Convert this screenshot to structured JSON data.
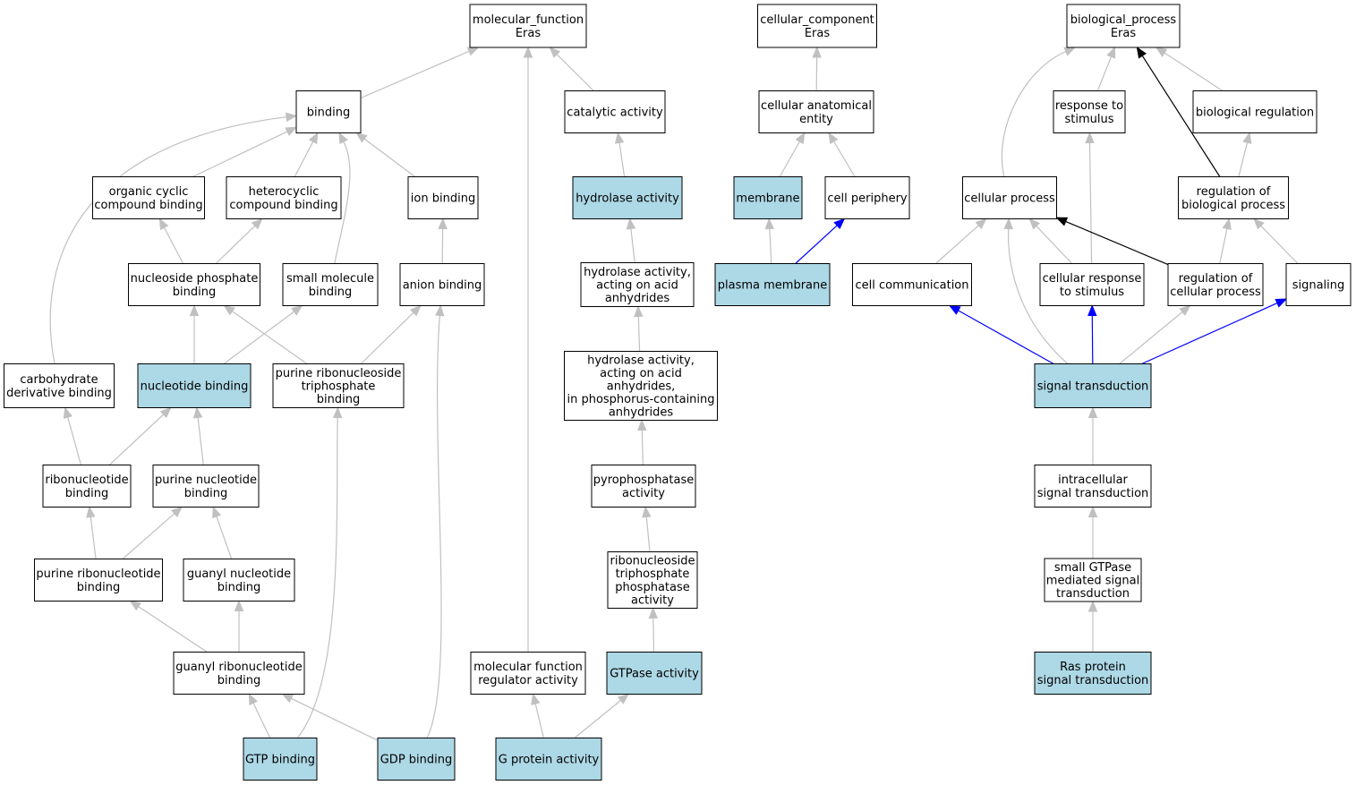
{
  "colors": {
    "highlight_fill": "#add8e6",
    "node_fill": "#ffffff",
    "edge_gray": "#c0c0c0",
    "edge_black": "#000000",
    "edge_blue": "#0000ff"
  },
  "nodes": {
    "mf_root": {
      "lines": [
        "molecular_function",
        "Eras"
      ],
      "hl": false
    },
    "cc_root": {
      "lines": [
        "cellular_component",
        "Eras"
      ],
      "hl": false
    },
    "bp_root": {
      "lines": [
        "biological_process",
        "Eras"
      ],
      "hl": false
    },
    "binding": {
      "lines": [
        "binding"
      ],
      "hl": false
    },
    "catalytic": {
      "lines": [
        "catalytic activity"
      ],
      "hl": false
    },
    "cae": {
      "lines": [
        "cellular anatomical",
        "entity"
      ],
      "hl": false
    },
    "response_stim": {
      "lines": [
        "response to",
        "stimulus"
      ],
      "hl": false
    },
    "bio_reg": {
      "lines": [
        "biological regulation"
      ],
      "hl": false
    },
    "org_cyclic": {
      "lines": [
        "organic cyclic",
        "compound binding"
      ],
      "hl": false
    },
    "heterocyclic": {
      "lines": [
        "heterocyclic",
        "compound binding"
      ],
      "hl": false
    },
    "ion_binding": {
      "lines": [
        "ion binding"
      ],
      "hl": false
    },
    "hydrolase": {
      "lines": [
        "hydrolase activity"
      ],
      "hl": true
    },
    "membrane": {
      "lines": [
        "membrane"
      ],
      "hl": true
    },
    "cell_periphery": {
      "lines": [
        "cell periphery"
      ],
      "hl": false
    },
    "cellular_process": {
      "lines": [
        "cellular process"
      ],
      "hl": false
    },
    "reg_bio_proc": {
      "lines": [
        "regulation of",
        "biological process"
      ],
      "hl": false
    },
    "nuc_phosphate": {
      "lines": [
        "nucleoside phosphate",
        "binding"
      ],
      "hl": false
    },
    "small_mol": {
      "lines": [
        "small molecule",
        "binding"
      ],
      "hl": false
    },
    "anion_binding": {
      "lines": [
        "anion binding"
      ],
      "hl": false
    },
    "hydro_anhyd": {
      "lines": [
        "hydrolase activity,",
        "acting on acid",
        "anhydrides"
      ],
      "hl": false
    },
    "plasma_mem": {
      "lines": [
        "plasma membrane"
      ],
      "hl": true
    },
    "cell_comm": {
      "lines": [
        "cell communication"
      ],
      "hl": false
    },
    "cell_resp_stim": {
      "lines": [
        "cellular response",
        "to stimulus"
      ],
      "hl": false
    },
    "reg_cell_proc": {
      "lines": [
        "regulation of",
        "cellular process"
      ],
      "hl": false
    },
    "signaling": {
      "lines": [
        "signaling"
      ],
      "hl": false
    },
    "carb_deriv": {
      "lines": [
        "carbohydrate",
        "derivative binding"
      ],
      "hl": false
    },
    "nucleotide_binding": {
      "lines": [
        "nucleotide binding"
      ],
      "hl": true
    },
    "purine_rntp": {
      "lines": [
        "purine ribonucleoside",
        "triphosphate",
        "binding"
      ],
      "hl": false
    },
    "hydro_phos": {
      "lines": [
        "hydrolase activity,",
        "acting on acid",
        "anhydrides,",
        "in phosphorus-containing",
        "anhydrides"
      ],
      "hl": false
    },
    "signal_trans": {
      "lines": [
        "signal transduction"
      ],
      "hl": true
    },
    "ribonuc_binding": {
      "lines": [
        "ribonucleotide",
        "binding"
      ],
      "hl": false
    },
    "purine_nuc": {
      "lines": [
        "purine nucleotide",
        "binding"
      ],
      "hl": false
    },
    "pyrophos": {
      "lines": [
        "pyrophosphatase",
        "activity"
      ],
      "hl": false
    },
    "intracell_sig": {
      "lines": [
        "intracellular",
        "signal transduction"
      ],
      "hl": false
    },
    "purine_ribonuc": {
      "lines": [
        "purine ribonucleotide",
        "binding"
      ],
      "hl": false
    },
    "guanyl_nuc": {
      "lines": [
        "guanyl nucleotide",
        "binding"
      ],
      "hl": false
    },
    "rntp_phosphatase": {
      "lines": [
        "ribonucleoside",
        "triphosphate",
        "phosphatase",
        "activity"
      ],
      "hl": false
    },
    "small_gtpase": {
      "lines": [
        "small GTPase",
        "mediated signal",
        "transduction"
      ],
      "hl": false
    },
    "guanyl_ribonuc": {
      "lines": [
        "guanyl ribonucleotide",
        "binding"
      ],
      "hl": false
    },
    "mf_regulator": {
      "lines": [
        "molecular function",
        "regulator activity"
      ],
      "hl": false
    },
    "gtpase": {
      "lines": [
        "GTPase activity"
      ],
      "hl": true
    },
    "ras_sig": {
      "lines": [
        "Ras protein",
        "signal transduction"
      ],
      "hl": true
    },
    "gtp_binding": {
      "lines": [
        "GTP binding"
      ],
      "hl": true
    },
    "gdp_binding": {
      "lines": [
        "GDP binding"
      ],
      "hl": true
    },
    "g_protein": {
      "lines": [
        "G protein activity"
      ],
      "hl": true
    }
  },
  "edges": [
    {
      "from": "binding",
      "to": "mf_root",
      "color": "gray"
    },
    {
      "from": "catalytic",
      "to": "mf_root",
      "color": "gray"
    },
    {
      "from": "mf_regulator",
      "to": "mf_root",
      "color": "gray"
    },
    {
      "from": "org_cyclic",
      "to": "binding",
      "color": "gray"
    },
    {
      "from": "heterocyclic",
      "to": "binding",
      "color": "gray"
    },
    {
      "from": "ion_binding",
      "to": "binding",
      "color": "gray"
    },
    {
      "from": "small_mol",
      "to": "binding",
      "color": "gray"
    },
    {
      "from": "carb_deriv",
      "to": "binding",
      "color": "gray"
    },
    {
      "from": "nuc_phosphate",
      "to": "org_cyclic",
      "color": "gray"
    },
    {
      "from": "nuc_phosphate",
      "to": "heterocyclic",
      "color": "gray"
    },
    {
      "from": "anion_binding",
      "to": "ion_binding",
      "color": "gray"
    },
    {
      "from": "nucleotide_binding",
      "to": "nuc_phosphate",
      "color": "gray"
    },
    {
      "from": "nucleotide_binding",
      "to": "small_mol",
      "color": "gray"
    },
    {
      "from": "purine_rntp",
      "to": "nuc_phosphate",
      "color": "gray"
    },
    {
      "from": "purine_rntp",
      "to": "anion_binding",
      "color": "gray"
    },
    {
      "from": "ribonuc_binding",
      "to": "carb_deriv",
      "color": "gray"
    },
    {
      "from": "ribonuc_binding",
      "to": "nucleotide_binding",
      "color": "gray"
    },
    {
      "from": "purine_nuc",
      "to": "nucleotide_binding",
      "color": "gray"
    },
    {
      "from": "purine_ribonuc",
      "to": "ribonuc_binding",
      "color": "gray"
    },
    {
      "from": "purine_ribonuc",
      "to": "purine_nuc",
      "color": "gray"
    },
    {
      "from": "guanyl_nuc",
      "to": "purine_nuc",
      "color": "gray"
    },
    {
      "from": "guanyl_ribonuc",
      "to": "purine_ribonuc",
      "color": "gray"
    },
    {
      "from": "guanyl_ribonuc",
      "to": "guanyl_nuc",
      "color": "gray"
    },
    {
      "from": "gtp_binding",
      "to": "guanyl_ribonuc",
      "color": "gray"
    },
    {
      "from": "gtp_binding",
      "to": "purine_rntp",
      "color": "gray"
    },
    {
      "from": "gdp_binding",
      "to": "guanyl_ribonuc",
      "color": "gray"
    },
    {
      "from": "gdp_binding",
      "to": "anion_binding",
      "color": "gray"
    },
    {
      "from": "hydrolase",
      "to": "catalytic",
      "color": "gray"
    },
    {
      "from": "hydro_anhyd",
      "to": "hydrolase",
      "color": "gray"
    },
    {
      "from": "hydro_phos",
      "to": "hydro_anhyd",
      "color": "gray"
    },
    {
      "from": "pyrophos",
      "to": "hydro_phos",
      "color": "gray"
    },
    {
      "from": "rntp_phosphatase",
      "to": "pyrophos",
      "color": "gray"
    },
    {
      "from": "gtpase",
      "to": "rntp_phosphatase",
      "color": "gray"
    },
    {
      "from": "g_protein",
      "to": "gtpase",
      "color": "gray"
    },
    {
      "from": "g_protein",
      "to": "mf_regulator",
      "color": "gray"
    },
    {
      "from": "cae",
      "to": "cc_root",
      "color": "gray"
    },
    {
      "from": "membrane",
      "to": "cae",
      "color": "gray"
    },
    {
      "from": "cell_periphery",
      "to": "cae",
      "color": "gray"
    },
    {
      "from": "plasma_mem",
      "to": "membrane",
      "color": "gray"
    },
    {
      "from": "plasma_mem",
      "to": "cell_periphery",
      "color": "blue"
    },
    {
      "from": "response_stim",
      "to": "bp_root",
      "color": "gray"
    },
    {
      "from": "bio_reg",
      "to": "bp_root",
      "color": "gray"
    },
    {
      "from": "cellular_process",
      "to": "bp_root",
      "color": "gray"
    },
    {
      "from": "reg_bio_proc",
      "to": "bp_root",
      "color": "black"
    },
    {
      "from": "reg_bio_proc",
      "to": "bio_reg",
      "color": "gray"
    },
    {
      "from": "cell_comm",
      "to": "cellular_process",
      "color": "gray"
    },
    {
      "from": "cell_resp_stim",
      "to": "cellular_process",
      "color": "gray"
    },
    {
      "from": "cell_resp_stim",
      "to": "response_stim",
      "color": "gray"
    },
    {
      "from": "reg_cell_proc",
      "to": "cellular_process",
      "color": "black"
    },
    {
      "from": "reg_cell_proc",
      "to": "reg_bio_proc",
      "color": "gray"
    },
    {
      "from": "signaling",
      "to": "reg_bio_proc",
      "color": "gray"
    },
    {
      "from": "signal_trans",
      "to": "cellular_process",
      "color": "gray"
    },
    {
      "from": "signal_trans",
      "to": "cell_comm",
      "color": "blue"
    },
    {
      "from": "signal_trans",
      "to": "cell_resp_stim",
      "color": "blue"
    },
    {
      "from": "signal_trans",
      "to": "reg_cell_proc",
      "color": "gray"
    },
    {
      "from": "signal_trans",
      "to": "signaling",
      "color": "blue"
    },
    {
      "from": "intracell_sig",
      "to": "signal_trans",
      "color": "gray"
    },
    {
      "from": "small_gtpase",
      "to": "intracell_sig",
      "color": "gray"
    },
    {
      "from": "ras_sig",
      "to": "small_gtpase",
      "color": "gray"
    }
  ]
}
